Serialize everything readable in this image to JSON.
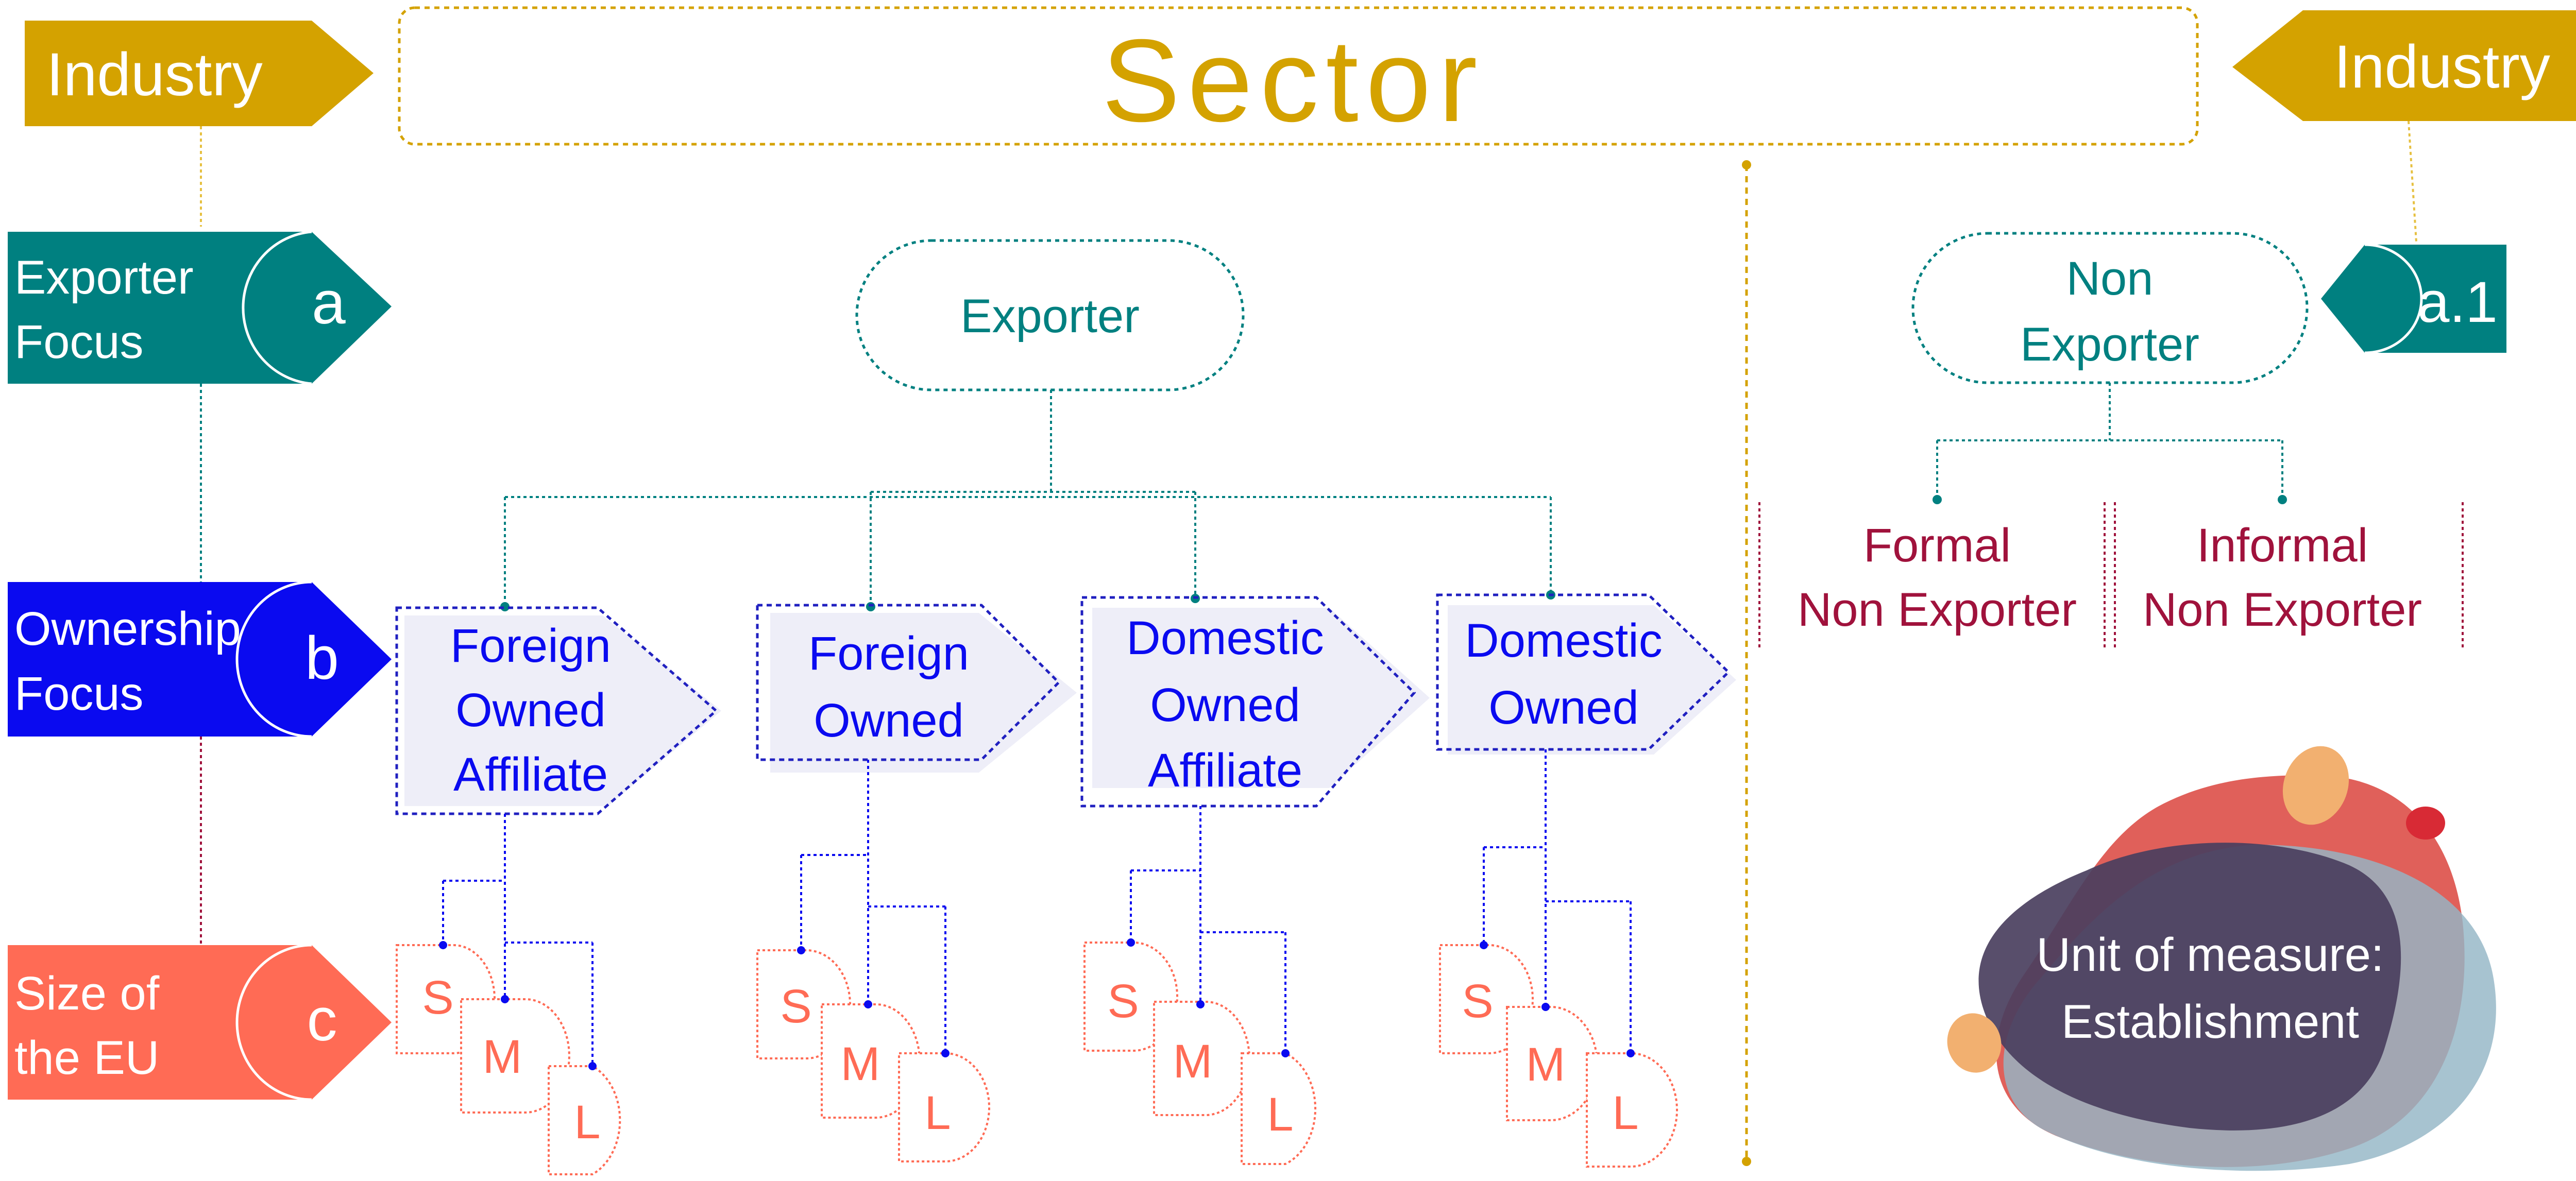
{
  "header": {
    "industry_left": "Industry",
    "industry_right": "Industry",
    "sector": "Sector"
  },
  "left_panel": {
    "exporter_focus": {
      "line1": "Exporter",
      "line2": "Focus",
      "letter": "a"
    },
    "ownership_focus": {
      "line1": "Ownership",
      "line2": "Focus",
      "letter": "b"
    },
    "size": {
      "line1": "Size of",
      "line2": "the EU",
      "letter": "c"
    }
  },
  "right_tag": {
    "letter": "a.1"
  },
  "exporter": "Exporter",
  "non_exporter": {
    "line1": "Non",
    "line2": "Exporter"
  },
  "ownership": [
    {
      "lines": [
        "Foreign",
        "Owned",
        "Affiliate"
      ]
    },
    {
      "lines": [
        "Foreign",
        "Owned"
      ]
    },
    {
      "lines": [
        "Domestic",
        "Owned",
        "Affiliate"
      ]
    },
    {
      "lines": [
        "Domestic",
        "Owned"
      ]
    }
  ],
  "sizes": {
    "s": "S",
    "m": "M",
    "l": "L"
  },
  "non_exporter_types": [
    {
      "line1": "Formal",
      "line2": "Non Exporter"
    },
    {
      "line1": "Informal",
      "line2": "Non Exporter"
    }
  ],
  "unit": {
    "line1": "Unit of measure:",
    "line2": "Establishment"
  },
  "colors": {
    "gold": "#D4A200",
    "teal": "#008080",
    "blue": "#0A0AF0",
    "coral": "#FF6B55",
    "maroon": "#A0123C",
    "navy": "#2020C0",
    "pale": "#EEEEF8"
  }
}
